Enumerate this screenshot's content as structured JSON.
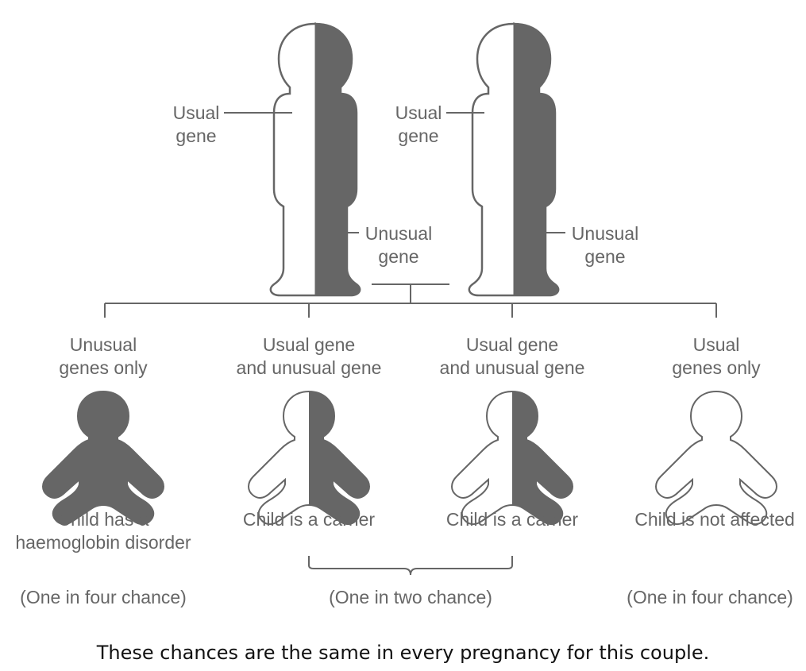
{
  "parents": {
    "left": {
      "usual_line1": "Usual",
      "usual_line2": "gene",
      "unusual_line1": "Unusual",
      "unusual_line2": "gene"
    },
    "right": {
      "usual_line1": "Usual",
      "usual_line2": "gene",
      "unusual_line1": "Unusual",
      "unusual_line2": "gene"
    }
  },
  "children": [
    {
      "genes_line1": "Unusual",
      "genes_line2": "genes only",
      "outcome_line1": "Child has a",
      "outcome_line2": "haemoglobin disorder",
      "fill": "full"
    },
    {
      "genes_line1": "Usual gene",
      "genes_line2": "and unusual gene",
      "outcome_line1": "Child is a carrier",
      "outcome_line2": "",
      "fill": "half"
    },
    {
      "genes_line1": "Usual gene",
      "genes_line2": "and unusual gene",
      "outcome_line1": "Child is a carrier",
      "outcome_line2": "",
      "fill": "half"
    },
    {
      "genes_line1": "Usual",
      "genes_line2": "genes only",
      "outcome_line1": "Child is not affected",
      "outcome_line2": "",
      "fill": "none"
    }
  ],
  "chances": {
    "left": "(One in four chance)",
    "middle": "(One in two chance)",
    "right": "(One in four chance)"
  },
  "footer": "These chances are the same in every pregnancy for this couple.",
  "colors": {
    "dark": "#666666",
    "text": "#666666",
    "footer": "#111111"
  }
}
